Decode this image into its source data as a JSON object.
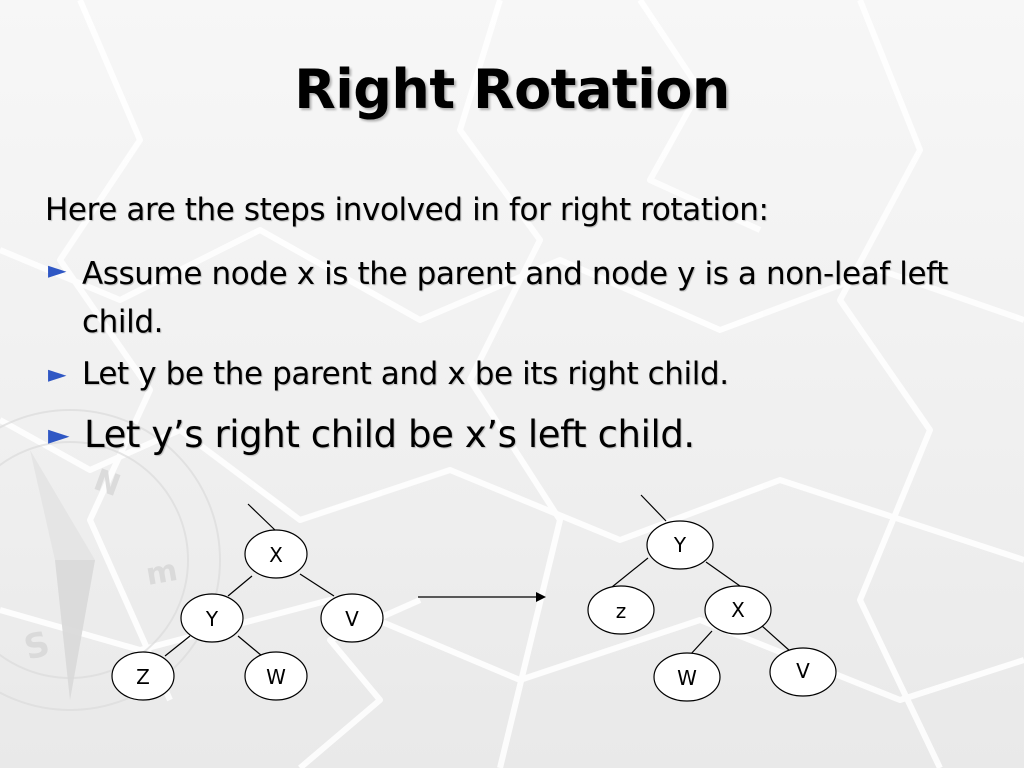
{
  "slide": {
    "title": "Right Rotation",
    "intro": "Here are the steps involved in for right rotation:",
    "bullets": [
      "Assume node x is the parent and node y is a non-leaf left child.",
      "Let y be the parent and x be its right child.",
      "Let y’s right child be x’s left child."
    ],
    "bullet_color": "#2f57c4"
  },
  "diagram": {
    "before_tree": {
      "root": "X",
      "left": "Y",
      "right": "V",
      "left_left": "Z",
      "left_right": "W"
    },
    "after_tree": {
      "root": "Y",
      "left": "z",
      "right": "X",
      "right_left": "W",
      "right_right": "V"
    },
    "node_fill": "#ffffff",
    "stroke": "#000000"
  }
}
